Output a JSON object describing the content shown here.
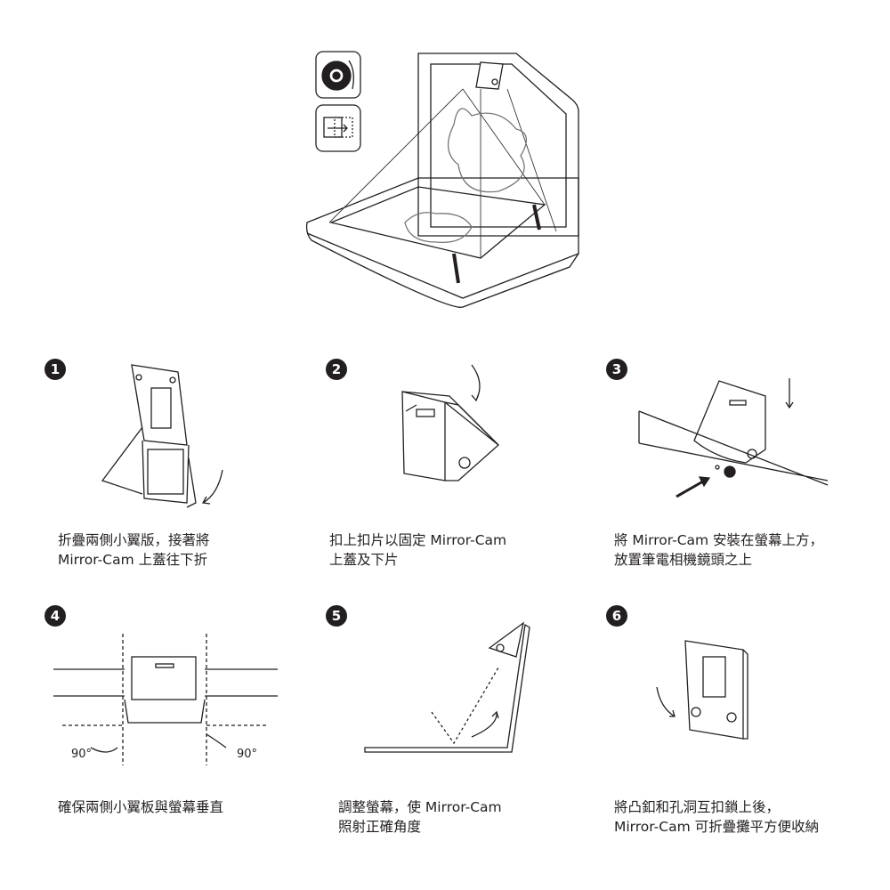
{
  "steps": [
    {
      "number": "1",
      "lines": [
        "折疊兩側小翼版，接著將",
        "Mirror-Cam 上蓋往下折"
      ]
    },
    {
      "number": "2",
      "lines": [
        "扣上扣片以固定 Mirror-Cam",
        "上蓋及下片"
      ]
    },
    {
      "number": "3",
      "lines": [
        "將 Mirror-Cam 安裝在螢幕上方，",
        "放置筆電相機鏡頭之上"
      ]
    },
    {
      "number": "4",
      "lines": [
        "確保兩側小翼板與螢幕垂直"
      ]
    },
    {
      "number": "5",
      "lines": [
        "調整螢幕，使 Mirror-Cam",
        "照射正確角度"
      ]
    },
    {
      "number": "6",
      "lines": [
        "將凸釦和孔洞互扣鎖上後，",
        "Mirror-Cam 可折疊攤平方便收納"
      ]
    }
  ],
  "angle_labels": {
    "left": "90°",
    "right": "90°"
  },
  "icons": [
    "camera-app-icon",
    "screen-flip-icon"
  ]
}
